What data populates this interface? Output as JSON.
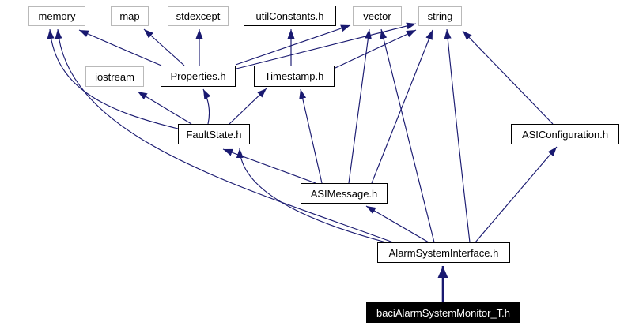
{
  "diagram": {
    "kind": "include-dependency-graph",
    "background_color": "#ffffff",
    "edge_color": "#191970",
    "system_node_border_color": "#b9b9b9",
    "documented_node_border_color": "#000000",
    "current_node_background": "#000000",
    "current_node_text_color": "#ffffff",
    "nodes": [
      {
        "id": "memory",
        "label": "memory",
        "kind": "system"
      },
      {
        "id": "map",
        "label": "map",
        "kind": "system"
      },
      {
        "id": "stdexcept",
        "label": "stdexcept",
        "kind": "system"
      },
      {
        "id": "utilConstants",
        "label": "utilConstants.h",
        "kind": "documented"
      },
      {
        "id": "vector",
        "label": "vector",
        "kind": "system"
      },
      {
        "id": "string",
        "label": "string",
        "kind": "system"
      },
      {
        "id": "iostream",
        "label": "iostream",
        "kind": "system"
      },
      {
        "id": "Properties",
        "label": "Properties.h",
        "kind": "documented"
      },
      {
        "id": "Timestamp",
        "label": "Timestamp.h",
        "kind": "documented"
      },
      {
        "id": "FaultState",
        "label": "FaultState.h",
        "kind": "documented"
      },
      {
        "id": "ASIConfiguration",
        "label": "ASIConfiguration.h",
        "kind": "documented"
      },
      {
        "id": "ASIMessage",
        "label": "ASIMessage.h",
        "kind": "documented"
      },
      {
        "id": "AlarmSystemInterface",
        "label": "AlarmSystemInterface.h",
        "kind": "documented"
      },
      {
        "id": "baciAlarmSystemMonitor",
        "label": "baciAlarmSystemMonitor_T.h",
        "kind": "current"
      }
    ],
    "edges": [
      {
        "from": "baciAlarmSystemMonitor",
        "to": "AlarmSystemInterface",
        "thick": true
      },
      {
        "from": "AlarmSystemInterface",
        "to": "memory"
      },
      {
        "from": "AlarmSystemInterface",
        "to": "FaultState"
      },
      {
        "from": "AlarmSystemInterface",
        "to": "ASIMessage"
      },
      {
        "from": "AlarmSystemInterface",
        "to": "vector"
      },
      {
        "from": "AlarmSystemInterface",
        "to": "string"
      },
      {
        "from": "AlarmSystemInterface",
        "to": "ASIConfiguration"
      },
      {
        "from": "ASIConfiguration",
        "to": "string"
      },
      {
        "from": "ASIMessage",
        "to": "FaultState"
      },
      {
        "from": "ASIMessage",
        "to": "Timestamp"
      },
      {
        "from": "ASIMessage",
        "to": "vector"
      },
      {
        "from": "ASIMessage",
        "to": "string"
      },
      {
        "from": "FaultState",
        "to": "memory"
      },
      {
        "from": "FaultState",
        "to": "iostream"
      },
      {
        "from": "FaultState",
        "to": "Properties"
      },
      {
        "from": "FaultState",
        "to": "Timestamp"
      },
      {
        "from": "Properties",
        "to": "memory"
      },
      {
        "from": "Properties",
        "to": "map"
      },
      {
        "from": "Properties",
        "to": "stdexcept"
      },
      {
        "from": "Properties",
        "to": "vector"
      },
      {
        "from": "Properties",
        "to": "string"
      },
      {
        "from": "Timestamp",
        "to": "utilConstants"
      },
      {
        "from": "Timestamp",
        "to": "string"
      }
    ]
  }
}
